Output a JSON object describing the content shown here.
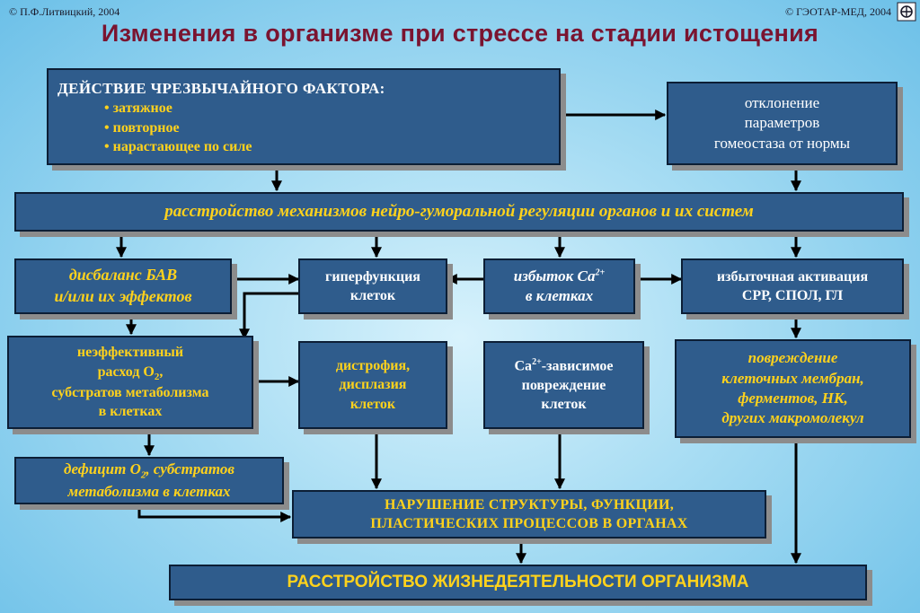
{
  "header": {
    "copyright_left": "© П.Ф.Литвицкий, 2004",
    "copyright_right": "© ГЭОТАР-МЕД, 2004",
    "title": "Изменения в организме при стрессе на стадии истощения"
  },
  "boxes": {
    "factor": {
      "heading": "ДЕЙСТВИЕ ЧРЕЗВЫЧАЙНОГО ФАКТОРА:",
      "items": [
        "затяжное",
        "повторное",
        "нарастающее по силе"
      ]
    },
    "homeostasis": {
      "lines": [
        "отклонение",
        "параметров",
        "гомеостаза от нормы"
      ]
    },
    "regulation": {
      "text": "расстройство механизмов нейро-гуморальной регуляции органов и их систем"
    },
    "bav": {
      "lines": [
        "дисбаланс БАВ",
        "и/или их эффектов"
      ]
    },
    "hyperfunction": {
      "lines": [
        "гиперфункция",
        "клеток"
      ]
    },
    "calcium_excess": {
      "line1": "избыток Са",
      "superscript": "2+",
      "line2": "в клетках"
    },
    "activation": {
      "lines": [
        "избыточная активация",
        "СРР, СПОЛ, ГЛ"
      ]
    },
    "ineffective": {
      "line1": "неэффективный",
      "line2_prefix": "расход О",
      "line2_subscript": "2",
      "line2_suffix": ",",
      "line3": "субстратов метаболизма",
      "line4": "в клетках"
    },
    "dystrophy": {
      "lines": [
        "дистрофия,",
        "дисплазия",
        "клеток"
      ]
    },
    "ca_damage": {
      "prefix": "Са",
      "superscript": "2+",
      "suffix": "-зависимое",
      "line2": "повреждение",
      "line3": "клеток"
    },
    "membrane": {
      "lines": [
        "повреждение",
        "клеточных мембран,",
        "ферментов, НК,",
        "других макромолекул"
      ]
    },
    "deficit": {
      "prefix": "дефицит О",
      "subscript": "2",
      "suffix": ", субстратов",
      "line2": "метаболизма в клетках"
    },
    "disruption": {
      "lines": [
        "НАРУШЕНИЕ СТРУКТУРЫ, ФУНКЦИИ,",
        "ПЛАСТИЧЕСКИХ ПРОЦЕССОВ В ОРГАНАХ"
      ]
    },
    "final": {
      "text": "РАССТРОЙСТВО   ЖИЗНЕДЕЯТЕЛЬНОСТИ   ОРГАНИЗМА"
    }
  },
  "colors": {
    "box_fill": "#2f5c8c",
    "title": "#7a1430",
    "accent_yellow": "#ffd21c",
    "text_white": "#ffffff",
    "arrow": "#000000"
  }
}
